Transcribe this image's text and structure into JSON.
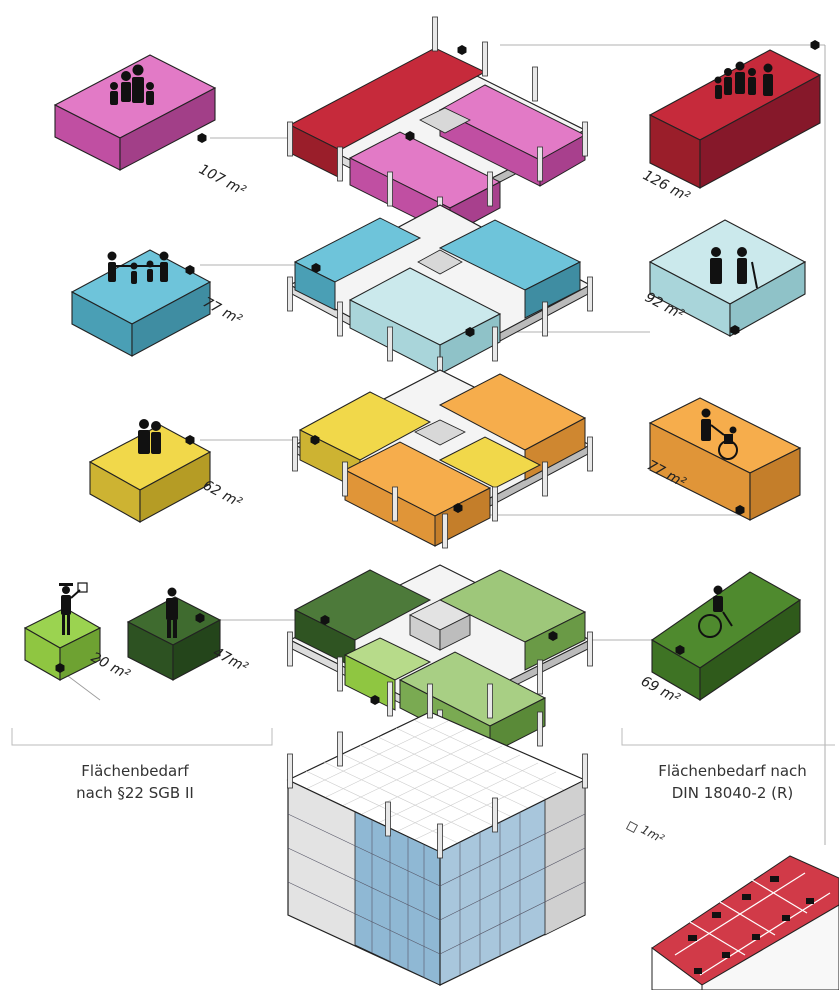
{
  "colors": {
    "magenta": "#d65cb0",
    "red": "#b0202f",
    "blue": "#5ab7cf",
    "lightblue": "#bfe3e6",
    "yellow": "#ecd13c",
    "orange": "#f0a03c",
    "darkgreen": "#375f2a",
    "midgreen": "#4f8a2e",
    "lightgreen": "#8fc641",
    "paleGreen": "#c7e3a2",
    "core": "#e6e6e6",
    "outline": "#222222"
  },
  "units_left": {
    "u107": "107 m²",
    "u77": "77 m²",
    "u62": "62 m²",
    "u20": "20 m²",
    "u47": "47m²"
  },
  "units_right": {
    "u126": "126 m²",
    "u92": "92 m²",
    "u77r": "77 m²",
    "u69": "69 m²"
  },
  "captions": {
    "left_line1": "Flächenbedarf",
    "left_line2": "nach §22 SGB II",
    "right_line1": "Flächenbedarf nach",
    "right_line2": "DIN 18040-2 (R)"
  },
  "legend": {
    "unit_square": "1m²"
  },
  "icons": [
    "family-icon",
    "parent-children-icon",
    "elderly-couple-icon",
    "graduate-student-icon",
    "single-person-icon",
    "large-family-icon",
    "elderly-walker-icon",
    "wheelchair-assist-icon",
    "wheelchair-user-icon"
  ]
}
